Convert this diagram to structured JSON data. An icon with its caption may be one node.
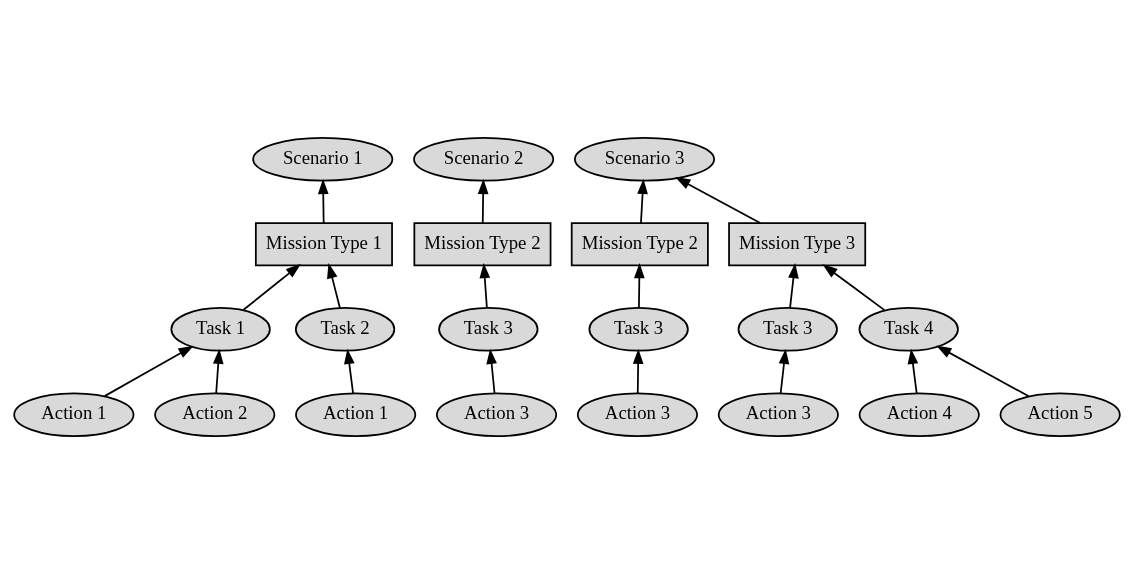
{
  "diagram": {
    "nodes": [
      {
        "text": [
          "Scenario 1"
        ]
      },
      {
        "text": [
          "Scenario 2"
        ]
      },
      {
        "text": [
          "Scenario 3"
        ]
      },
      {
        "text": [
          "Mission Type 1"
        ]
      },
      {
        "text": [
          "Mission Type 2"
        ]
      },
      {
        "text": [
          "Mission Type 2"
        ]
      },
      {
        "text": [
          "Mission Type 3"
        ]
      },
      {
        "text": [
          "Task 1"
        ]
      },
      {
        "text": [
          "Task 2"
        ]
      },
      {
        "text": [
          "Task 3"
        ]
      },
      {
        "text": [
          "Task 3"
        ]
      },
      {
        "text": [
          "Task 3"
        ]
      },
      {
        "text": [
          "Task 4"
        ]
      },
      {
        "text": [
          "Action 1"
        ]
      },
      {
        "text": [
          "Action 2"
        ]
      },
      {
        "text": [
          "Action 1"
        ]
      },
      {
        "text": [
          "Action 3"
        ]
      },
      {
        "text": [
          "Action 3"
        ]
      },
      {
        "text": [
          "Action 3"
        ]
      },
      {
        "text": [
          "Action 4"
        ]
      },
      {
        "text": [
          "Action 5"
        ]
      }
    ],
    "edges": [
      {
        "from": 3,
        "to": 0,
        "arrow": "to"
      },
      {
        "from": 4,
        "to": 1,
        "arrow": "to"
      },
      {
        "from": 5,
        "to": 2,
        "arrow": "to"
      },
      {
        "from": 6,
        "to": 2,
        "arrow": "to"
      },
      {
        "from": 7,
        "to": 3,
        "arrow": "to"
      },
      {
        "from": 8,
        "to": 3,
        "arrow": "to"
      },
      {
        "from": 9,
        "to": 4,
        "arrow": "to"
      },
      {
        "from": 10,
        "to": 5,
        "arrow": "to"
      },
      {
        "from": 11,
        "to": 6,
        "arrow": "to"
      },
      {
        "from": 12,
        "to": 6,
        "arrow": "to"
      },
      {
        "from": 13,
        "to": 7,
        "arrow": "to"
      },
      {
        "from": 14,
        "to": 7,
        "arrow": "to"
      },
      {
        "from": 15,
        "to": 8,
        "arrow": "to"
      },
      {
        "from": 16,
        "to": 9,
        "arrow": "to"
      },
      {
        "from": 17,
        "to": 10,
        "arrow": "to"
      },
      {
        "from": 18,
        "to": 11,
        "arrow": "to"
      },
      {
        "from": 19,
        "to": 12,
        "arrow": "to"
      },
      {
        "from": 20,
        "to": 12,
        "arrow": "to"
      }
    ]
  }
}
